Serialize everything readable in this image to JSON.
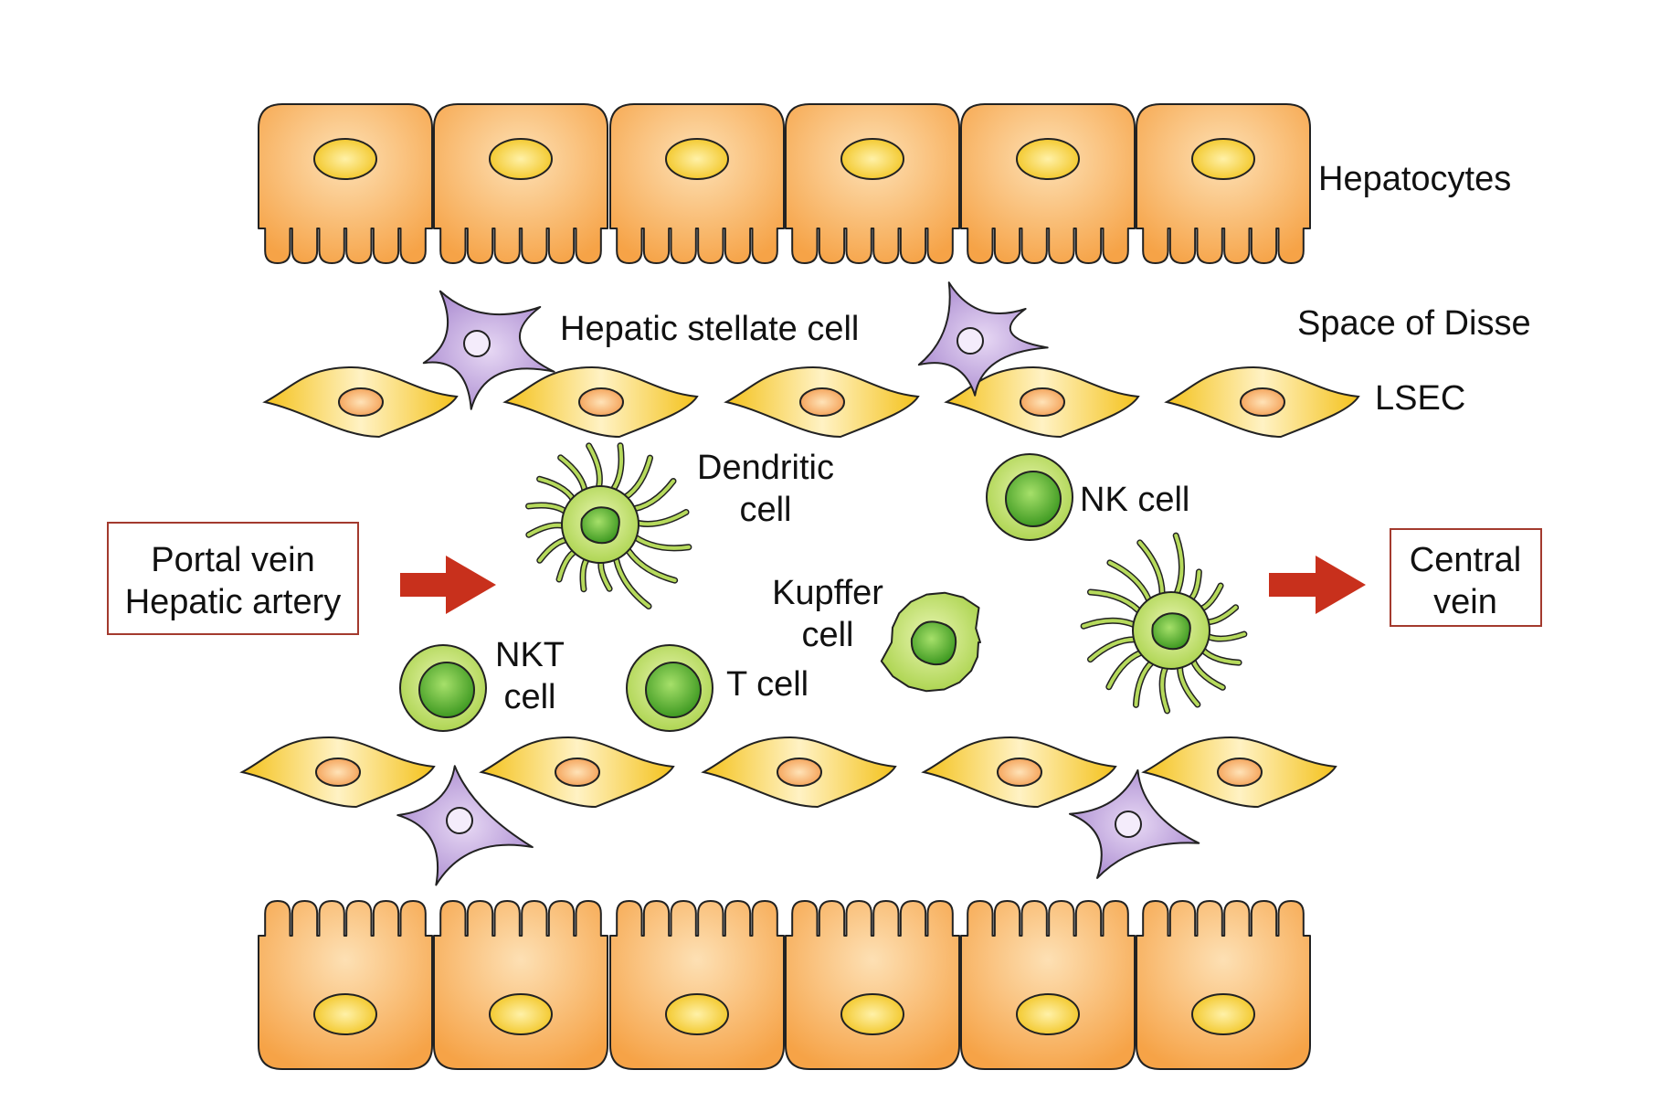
{
  "labels": {
    "hepatocytes": "Hepatocytes",
    "hepatic_stellate_cell": "Hepatic stellate cell",
    "space_of_disse": "Space of Disse",
    "lsec": "LSEC",
    "dendritic_line1": "Dendritic",
    "dendritic_line2": "cell",
    "nk_cell": "NK cell",
    "kupffer_line1": "Kupffer",
    "kupffer_line2": "cell",
    "nkt_line1": "NKT",
    "nkt_line2": "cell",
    "t_cell": "T cell",
    "inflow_line1": "Portal vein",
    "inflow_line2": "Hepatic artery",
    "outflow_line1": "Central",
    "outflow_line2": "vein"
  },
  "colors": {
    "hepatocyte": "#f6a347",
    "hepatocyte_nucleus": "#f4c92a",
    "lsec": "#f5cd3c",
    "lsec_nucleus": "#f4a25a",
    "stellate": "#b99ad6",
    "immune_cell": "#a9d24a",
    "immune_nucleus": "#58ad2c",
    "arrow": "#c8301c",
    "box_border": "#a33a2e"
  }
}
